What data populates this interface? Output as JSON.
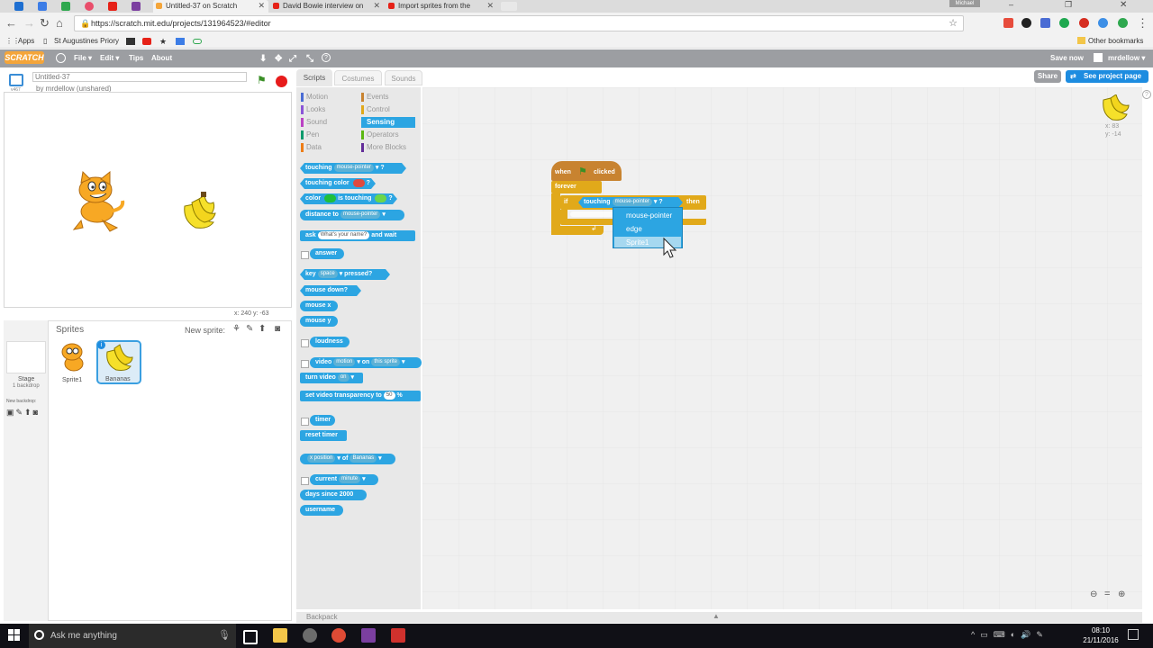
{
  "browser": {
    "tabs": [
      {
        "label": "Untitled-37 on Scratch",
        "active": true
      },
      {
        "label": "David Bowie interview on",
        "active": false
      },
      {
        "label": "Import sprites from the",
        "active": false
      }
    ],
    "url": "https://scratch.mit.edu/projects/131964523/#editor",
    "bookmarks": [
      "Apps",
      "St Augustines Priory"
    ],
    "other_bookmarks": "Other bookmarks",
    "user_chip": "Michael"
  },
  "menubar": {
    "logo": "SCRATCH",
    "items": [
      "File",
      "Edit",
      "Tips",
      "About"
    ],
    "save_now": "Save now",
    "user": "mrdellow"
  },
  "project": {
    "title": "Untitled-37",
    "byline": "by mrdellow (unshared)",
    "version": "v467",
    "share": "Share",
    "see_page": "See project page"
  },
  "stage": {
    "coords": "x: 240  y: -63"
  },
  "sprites_pane": {
    "title": "Sprites",
    "new_sprite": "New sprite:",
    "stage_label": "Stage",
    "stage_sub": "1 backdrop",
    "new_backdrop": "New backdrop:",
    "sprites": [
      {
        "name": "Sprite1",
        "selected": false
      },
      {
        "name": "Bananas",
        "selected": true
      }
    ]
  },
  "tabs": [
    "Scripts",
    "Costumes",
    "Sounds"
  ],
  "categories": [
    {
      "label": "Motion",
      "color": "#4a6cd4"
    },
    {
      "label": "Events",
      "color": "#c88330"
    },
    {
      "label": "Looks",
      "color": "#8a55d7"
    },
    {
      "label": "Control",
      "color": "#e1a91a"
    },
    {
      "label": "Sound",
      "color": "#bb42c3"
    },
    {
      "label": "Sensing",
      "color": "#2ca5e2"
    },
    {
      "label": "Pen",
      "color": "#0e9a6c"
    },
    {
      "label": "Operators",
      "color": "#5cb712"
    },
    {
      "label": "Data",
      "color": "#ee7d16"
    },
    {
      "label": "More Blocks",
      "color": "#632d99"
    }
  ],
  "palette": {
    "touching": "touching",
    "mouse_pointer": "mouse-pointer",
    "touching_color": "touching color",
    "q": "?",
    "color": "color",
    "is_touching": "is touching",
    "distance_to": "distance to",
    "ask": "ask",
    "ask_default": "What's your name?",
    "and_wait": "and wait",
    "answer": "answer",
    "key": "key",
    "space": "space",
    "pressed": "pressed?",
    "mouse_down": "mouse down?",
    "mouse_x": "mouse x",
    "mouse_y": "mouse y",
    "loudness": "loudness",
    "video": "video",
    "motion": "motion",
    "on": "on",
    "this_sprite": "this sprite",
    "turn_video": "turn video",
    "on_opt": "on",
    "set_video": "set video transparency to",
    "fifty": "50",
    "pct": "%",
    "timer": "timer",
    "reset_timer": "reset timer",
    "x_position": "x position",
    "of": "of",
    "bananas": "Bananas",
    "current": "current",
    "minute": "minute",
    "days_since": "days since 2000",
    "username": "username"
  },
  "script": {
    "when": "when",
    "clicked": "clicked",
    "forever": "forever",
    "if": "if",
    "touching": "touching",
    "mouse_pointer": "mouse-pointer",
    "q": "?",
    "then": "then"
  },
  "dropdown": [
    "mouse-pointer",
    "edge",
    "Sprite1"
  ],
  "sprite_info": {
    "x": "x: 83",
    "y": "y: -14"
  },
  "backpack": "Backpack",
  "taskbar": {
    "search": "Ask me anything",
    "time": "08:10",
    "date": "21/11/2016"
  }
}
